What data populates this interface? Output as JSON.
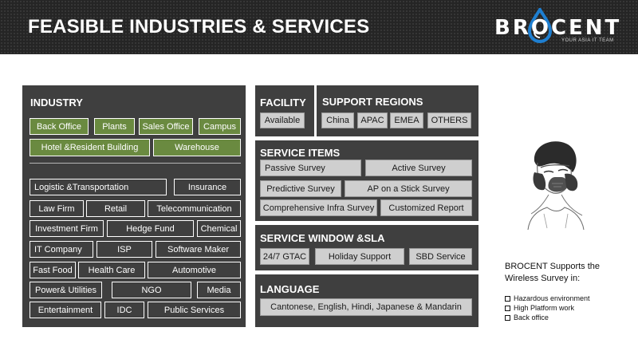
{
  "header": {
    "title": "FEASIBLE INDUSTRIES & SERVICES",
    "logo_text": "BROCENT",
    "logo_tagline": "YOUR ASIA IT TEAM"
  },
  "industry": {
    "title": "INDUSTRY",
    "highlighted": [
      "Back Office",
      "Plants",
      "Sales Office",
      "Campus",
      "Hotel &Resident Building",
      "Warehouse"
    ],
    "others": [
      "Logistic &Transportation",
      "Insurance",
      "Law Firm",
      "Retail",
      "Telecommunication",
      "Investment Firm",
      "Hedge Fund",
      "Chemical",
      "IT Company",
      "ISP",
      "Software Maker",
      "Fast Food",
      "Health Care",
      "Automotive",
      "Power& Utilities",
      "NGO",
      "Media",
      "Entertainment",
      "IDC",
      "Public Services"
    ]
  },
  "facility": {
    "title": "FACILITY",
    "items": [
      "Available"
    ]
  },
  "regions": {
    "title": "SUPPORT REGIONS",
    "items": [
      "China",
      "APAC",
      "EMEA",
      "OTHERS"
    ]
  },
  "service_items": {
    "title": "SERVICE ITEMS",
    "items": [
      "Passive Survey",
      "Active Survey",
      "Predictive Survey",
      "AP on a Stick Survey",
      "Comprehensive Infra Survey",
      "Customized Report"
    ]
  },
  "service_window": {
    "title": "SERVICE WINDOW &SLA",
    "items": [
      "24/7 GTAC",
      "Holiday Support",
      "SBD Service"
    ]
  },
  "language": {
    "title": "LANGUAGE",
    "value": "Cantonese, English, Hindi, Japanese & Mandarin"
  },
  "side": {
    "heading": "BROCENT Supports the Wireless Survey in:",
    "list": [
      "Hazardous environment",
      "High Platform work",
      "Back office"
    ]
  },
  "colors": {
    "panel": "#3f3f3f",
    "green": "#6a8a40",
    "header": "#252525"
  }
}
